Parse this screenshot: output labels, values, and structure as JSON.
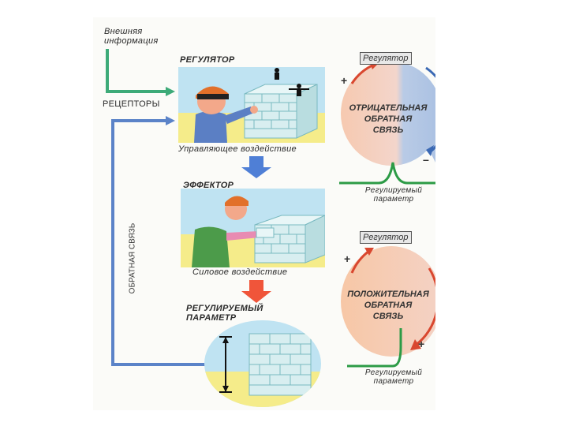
{
  "left": {
    "external_info": "Внешняя\nинформация",
    "receptors": "РЕЦЕПТОРЫ",
    "regulator_title": "РЕГУЛЯТОР",
    "control_action": "Управляющее воздействие",
    "effector_title": "ЭФФЕКТОР",
    "force_action": "Силовое воздействие",
    "regulated_param_title": "РЕГУЛИРУЕМЫЙ\nПАРАМЕТР",
    "feedback_label": "ОБРАТНАЯ СВЯЗЬ"
  },
  "right": {
    "top": {
      "regulator_tag": "Регулятор",
      "cycle_text": "ОТРИЦАТЕЛЬНАЯ\nОБРАТНАЯ\nСВЯЗЬ",
      "plus": "+",
      "minus": "–",
      "param_label": "Регулируемый\nпараметр"
    },
    "bottom": {
      "regulator_tag": "Регулятор",
      "cycle_text": "ПОЛОЖИТЕЛЬНАЯ\nОБРАТНАЯ\nСВЯЗЬ",
      "plus_top": "+",
      "plus_bottom": "+",
      "param_label": "Регулируемый\nпараметр"
    }
  },
  "colors": {
    "green_arrow": "#3daa78",
    "blue_arrow": "#5b83c8",
    "down_arrow_blue": "#4f7fd6",
    "down_arrow_red": "#f0553a",
    "panel_sky": "#bfe3f2",
    "panel_sand": "#f5ec8a"
  }
}
